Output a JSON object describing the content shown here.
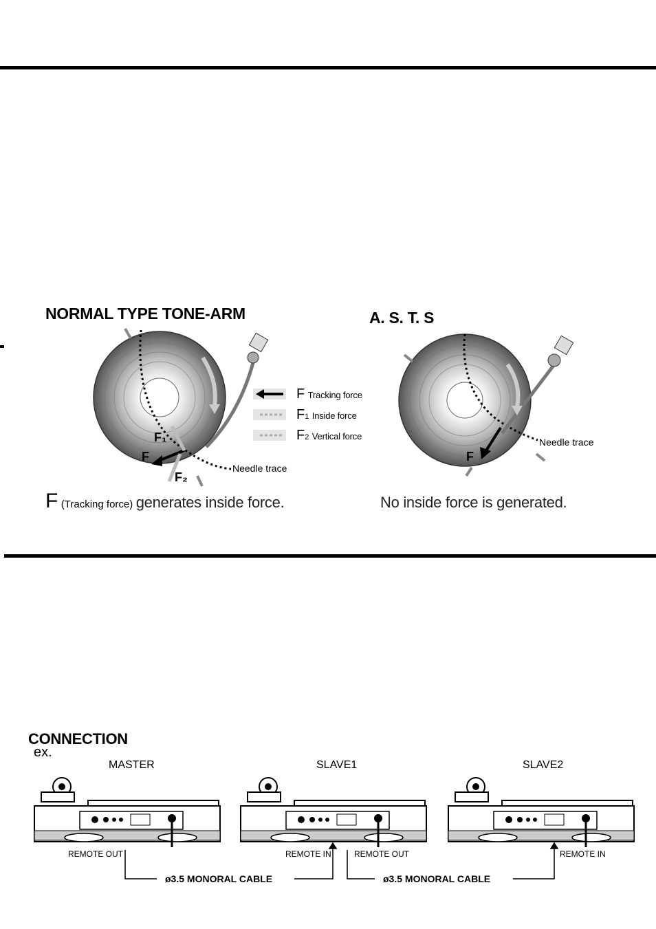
{
  "asts_figure": {
    "normal": {
      "title": "NORMAL TYPE TONE-ARM",
      "caption_letter": "F",
      "caption_paren": "(Tracking force)",
      "caption_rest": "generates inside force.",
      "label_f": "F",
      "label_f1": "F₁",
      "label_f2": "F₂",
      "needle_trace": "Needle trace"
    },
    "asts": {
      "title": "A. S. T. S",
      "caption": "No inside force is generated.",
      "label_f": "F",
      "needle_trace": "Needle trace"
    },
    "legend": [
      {
        "symbol": "F",
        "sub": "",
        "text": "Tracking force"
      },
      {
        "symbol": "F",
        "sub": "1",
        "text": "Inside force"
      },
      {
        "symbol": "F",
        "sub": "2",
        "text": "Vertical force"
      }
    ]
  },
  "connection": {
    "title": "CONNECTION",
    "subtitle": "ex.",
    "units": [
      "MASTER",
      "SLAVE1",
      "SLAVE2"
    ],
    "port_labels": {
      "master_out": "REMOTE OUT",
      "slave1_in": "REMOTE IN",
      "slave1_out": "REMOTE OUT",
      "slave2_in": "REMOTE IN"
    },
    "cables": [
      "ø3.5 MONORAL CABLE",
      "ø3.5 MONORAL CABLE"
    ]
  },
  "colors": {
    "ink": "#000000",
    "disc_gray": "#9a9a9a",
    "arrow_gray": "#bdbdbd"
  }
}
